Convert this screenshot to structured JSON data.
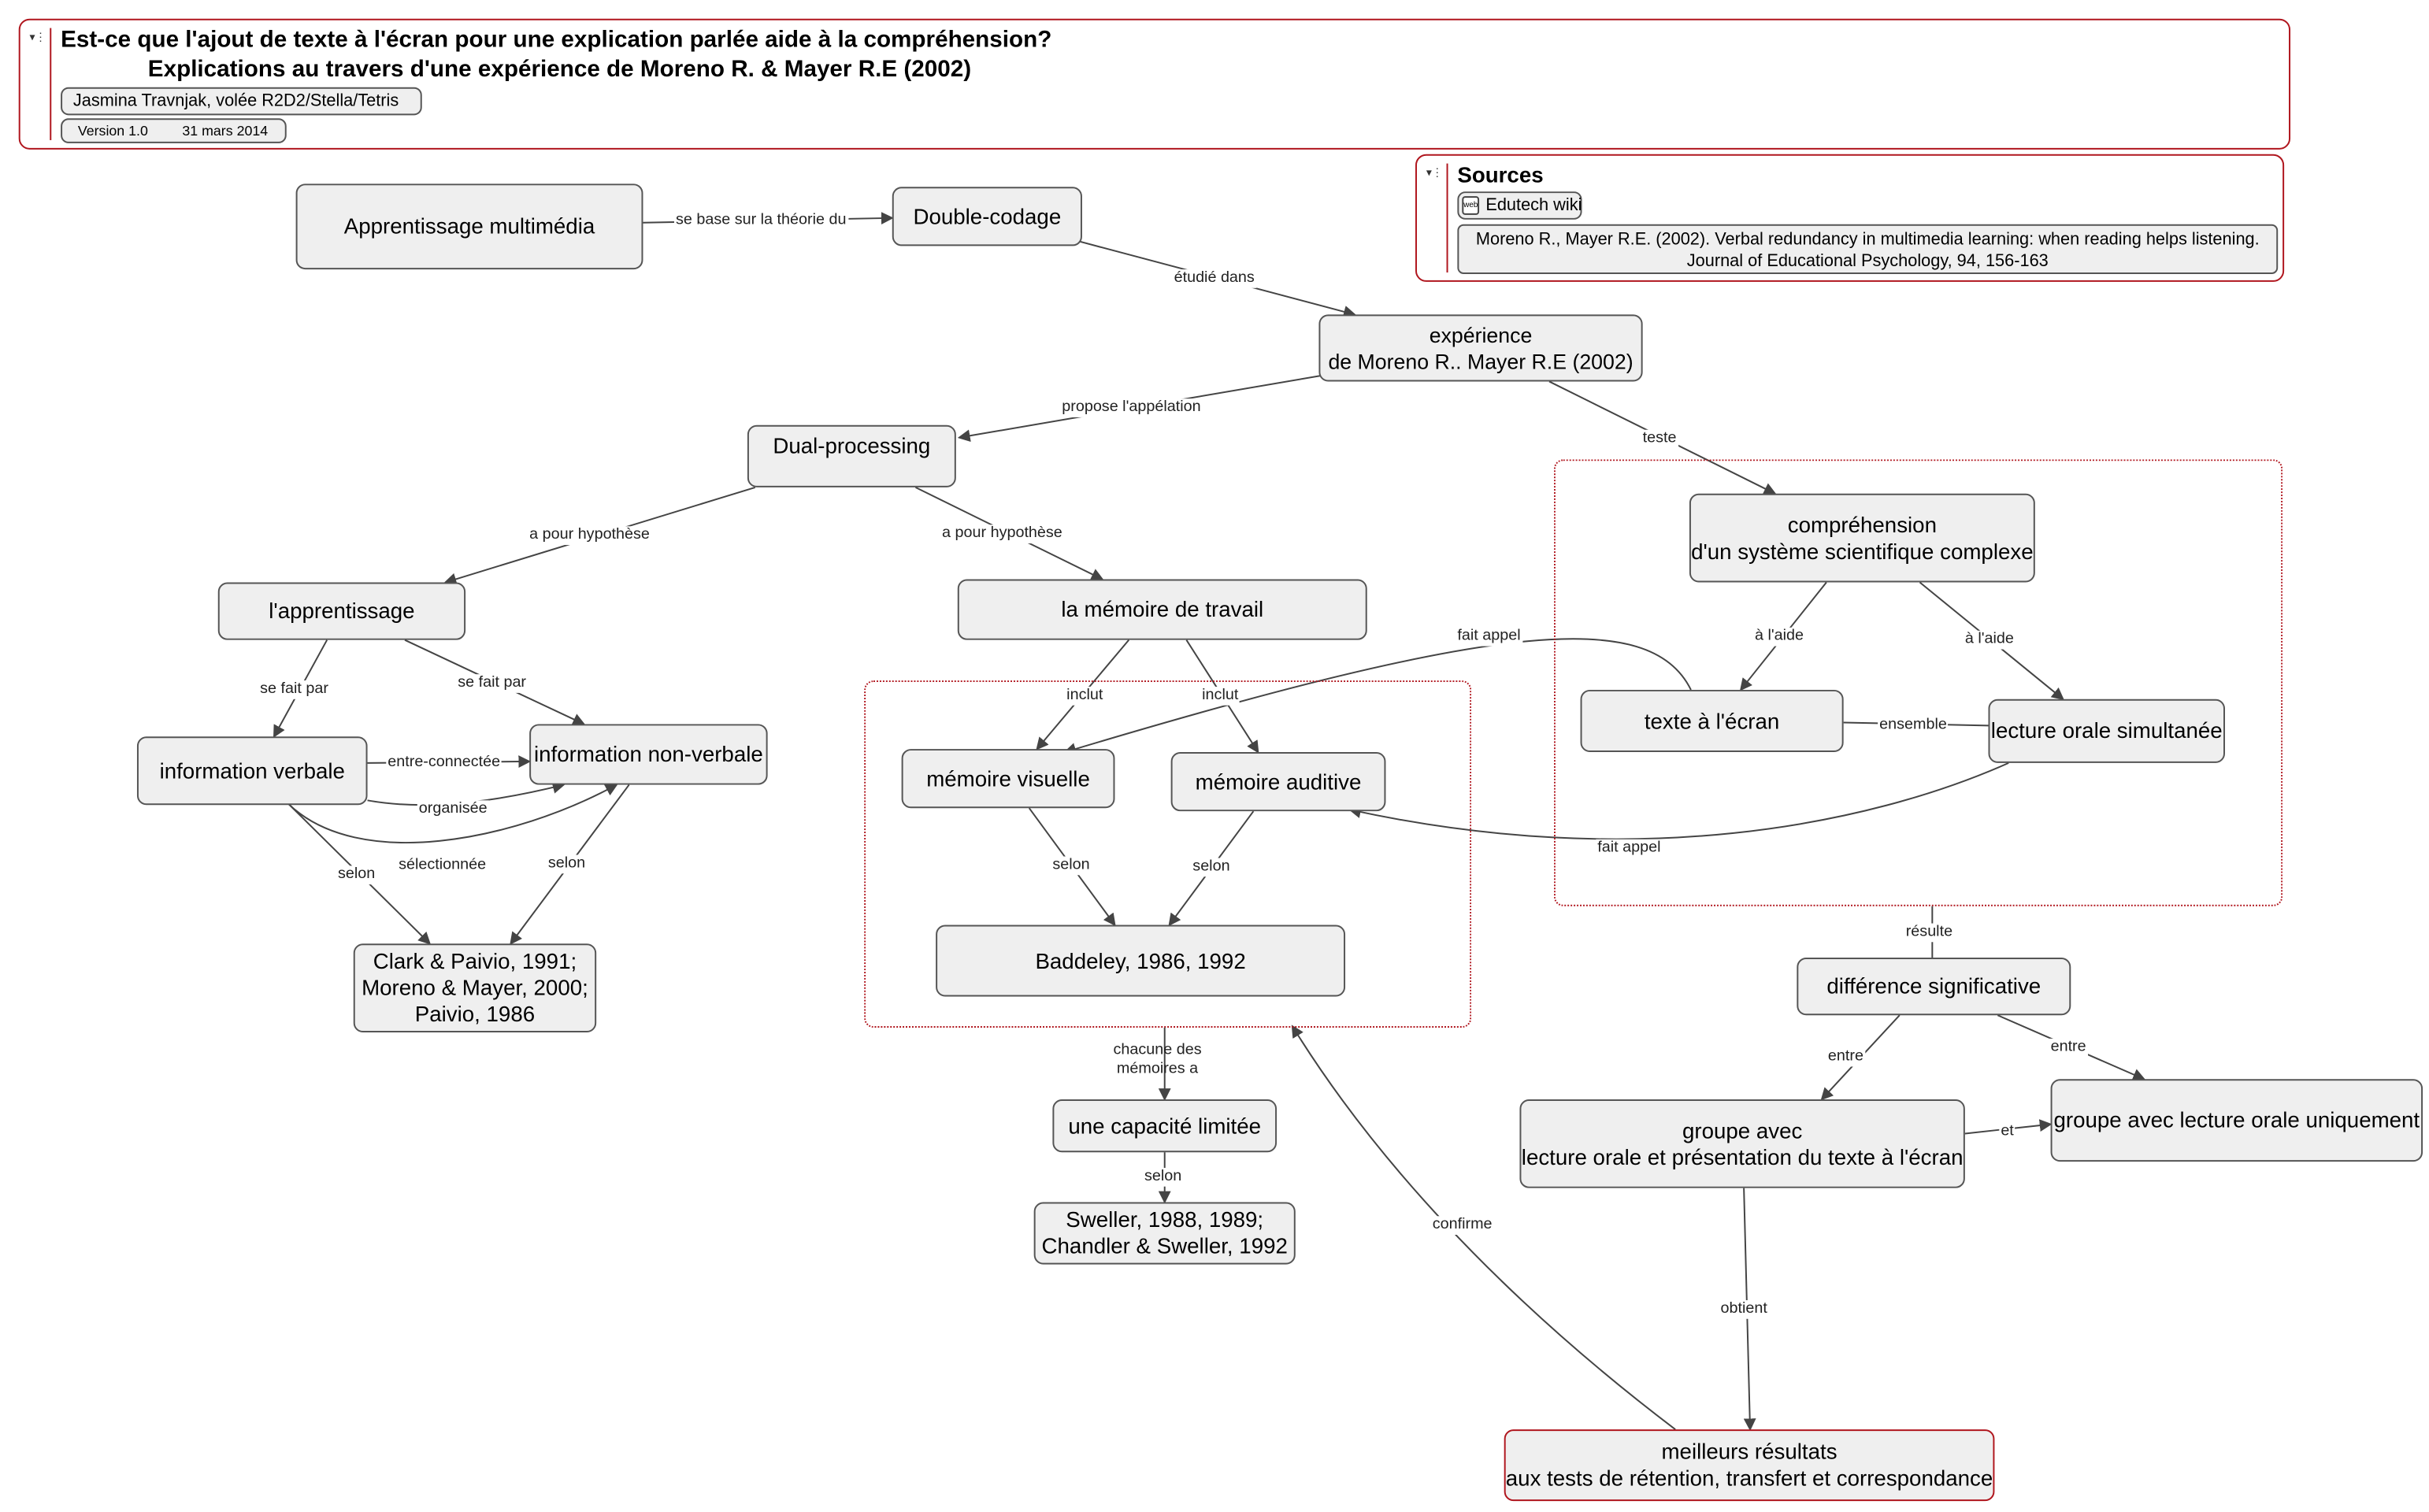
{
  "header": {
    "title_line1": "Est-ce que l'ajout de texte à l'écran pour une explication parlée aide à la compréhension?",
    "title_line2": "Explications au travers d'une expérience de Moreno R. & Mayer R.E (2002)",
    "author": "Jasmina Travnjak, volée R2D2/Stella/Tetris",
    "version": "Version 1.0",
    "date": "31 mars 2014"
  },
  "sources": {
    "title": "Sources",
    "link_label": "Edutech wiki",
    "reference_line1": "Moreno R., Mayer R.E. (2002). Verbal redundancy in multimedia learning: when reading helps listening.",
    "reference_line2": "Journal of Educational Psychology, 94, 156-163"
  },
  "nodes": {
    "apprentissage_multimedia": "Apprentissage multimédia",
    "double_codage": "Double-codage",
    "experience_l1": "expérience",
    "experience_l2": "de Moreno R.. Mayer R.E (2002)",
    "dual_processing": "Dual-processing",
    "apprentissage": "l'apprentissage",
    "memoire_travail": "la mémoire de travail",
    "comprehension_l1": "compréhension",
    "comprehension_l2": "d'un système scientifique complexe",
    "info_verbale": "information verbale",
    "info_non_verbale": "information non-verbale",
    "memoire_visuelle": "mémoire visuelle",
    "memoire_auditive": "mémoire auditive",
    "texte_ecran": "texte à l'écran",
    "lecture_orale": "lecture orale simultanée",
    "baddeley": "Baddeley, 1986, 1992",
    "clark_l1": "Clark & Paivio, 1991;",
    "clark_l2": "Moreno & Mayer, 2000;",
    "clark_l3": "Paivio, 1986",
    "difference": "différence significative",
    "capacite": "une capacité limitée",
    "groupe1_l1": "groupe avec",
    "groupe1_l2": "lecture orale et présentation du texte à l'écran",
    "groupe2": "groupe avec lecture orale uniquement",
    "sweller_l1": "Sweller, 1988, 1989;",
    "sweller_l2": "Chandler & Sweller, 1992",
    "resultats_l1": "meilleurs résultats",
    "resultats_l2": "aux tests de rétention, transfert et correspondance"
  },
  "links": {
    "se_base": "se base sur la théorie du",
    "etudie_dans": "étudié dans",
    "propose": "propose l'appélation",
    "teste": "teste",
    "hypothese1": "a pour hypothèse",
    "hypothese2": "a pour hypothèse",
    "se_fait_par1": "se fait par",
    "se_fait_par2": "se fait par",
    "inclut1": "inclut",
    "inclut2": "inclut",
    "fait_appel1": "fait appel",
    "fait_appel2": "fait appel",
    "a_laide1": "à l'aide",
    "a_laide2": "à l'aide",
    "ensemble": "ensemble",
    "entre_connectee": "entre-connectée",
    "organisee": "organisée",
    "selectionnee": "sélectionnée",
    "selon1": "selon",
    "selon2": "selon",
    "selon3": "selon",
    "selon4": "selon",
    "selon5": "selon",
    "resulte": "résulte",
    "entre1": "entre",
    "entre2": "entre",
    "et": "et",
    "chacune_l1": "chacune des",
    "chacune_l2": "mémoires a",
    "obtient": "obtient",
    "confirme": "confirme"
  },
  "colors": {
    "accent": "#b0161e",
    "node_fill": "#efefef",
    "node_border": "#555555",
    "line": "#444444"
  }
}
